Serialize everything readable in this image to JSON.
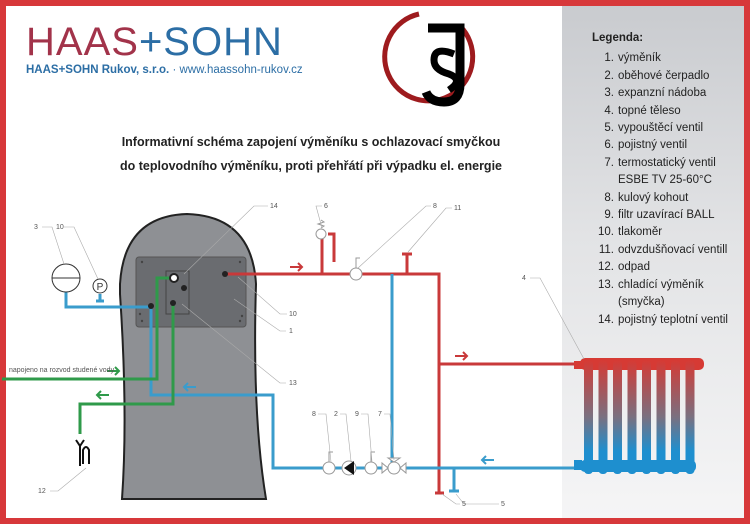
{
  "brand": {
    "logo_left": "HAAS",
    "logo_plus": "+",
    "logo_right": "SOHN",
    "company": "HAAS+SOHN Rukov, s.r.o.",
    "separator": "·",
    "website": "www.haassohn-rukov.cz",
    "emblem": "JS"
  },
  "title": {
    "line1": "Informativní schéma zapojení výměníku s ochlazovací smyčkou",
    "line2": "do teplovodního výměníku, proti přehřátí při výpadku el. energie"
  },
  "legend": {
    "title": "Legenda:",
    "items": [
      {
        "num": "1.",
        "text": "výměník"
      },
      {
        "num": "2.",
        "text": "oběhové čerpadlo"
      },
      {
        "num": "3.",
        "text": "expanzní nádoba"
      },
      {
        "num": "4.",
        "text": "topné těleso"
      },
      {
        "num": "5.",
        "text": "vypouštěcí ventil"
      },
      {
        "num": "6.",
        "text": "pojistný ventil"
      },
      {
        "num": "7.",
        "text": "termostatický ventil"
      },
      {
        "num": "",
        "text": "ESBE TV 25-60°C"
      },
      {
        "num": "8.",
        "text": "kulový kohout"
      },
      {
        "num": "9.",
        "text": "filtr uzavírací BALL"
      },
      {
        "num": "10.",
        "text": "tlakoměr"
      },
      {
        "num": "11.",
        "text": "odvzdušňovací ventill"
      },
      {
        "num": "12.",
        "text": "odpad"
      },
      {
        "num": "13.",
        "text": "chladící výměník"
      },
      {
        "num": "",
        "text": "(smyčka)"
      },
      {
        "num": "14.",
        "text": "pojistný teplotní ventil"
      }
    ]
  },
  "diagram": {
    "cold_water_label": "napojeno na rozvod studené vody",
    "gauge_letter": "P",
    "labels": {
      "l3": "3",
      "l10a": "10",
      "l14": "14",
      "l6": "6",
      "l8a": "8",
      "l11": "11",
      "l4": "4",
      "l10b": "10",
      "l1": "1",
      "l13": "13",
      "l8b": "8",
      "l2": "2",
      "l9": "9",
      "l7": "7",
      "l12": "12",
      "l5a": "5",
      "l5b": "5"
    },
    "colors": {
      "hot": "#c9393a",
      "return": "#3a9ccc",
      "cooling": "#2f9a4a",
      "tank": "#8e9094",
      "panel": "#6a6c70"
    }
  }
}
